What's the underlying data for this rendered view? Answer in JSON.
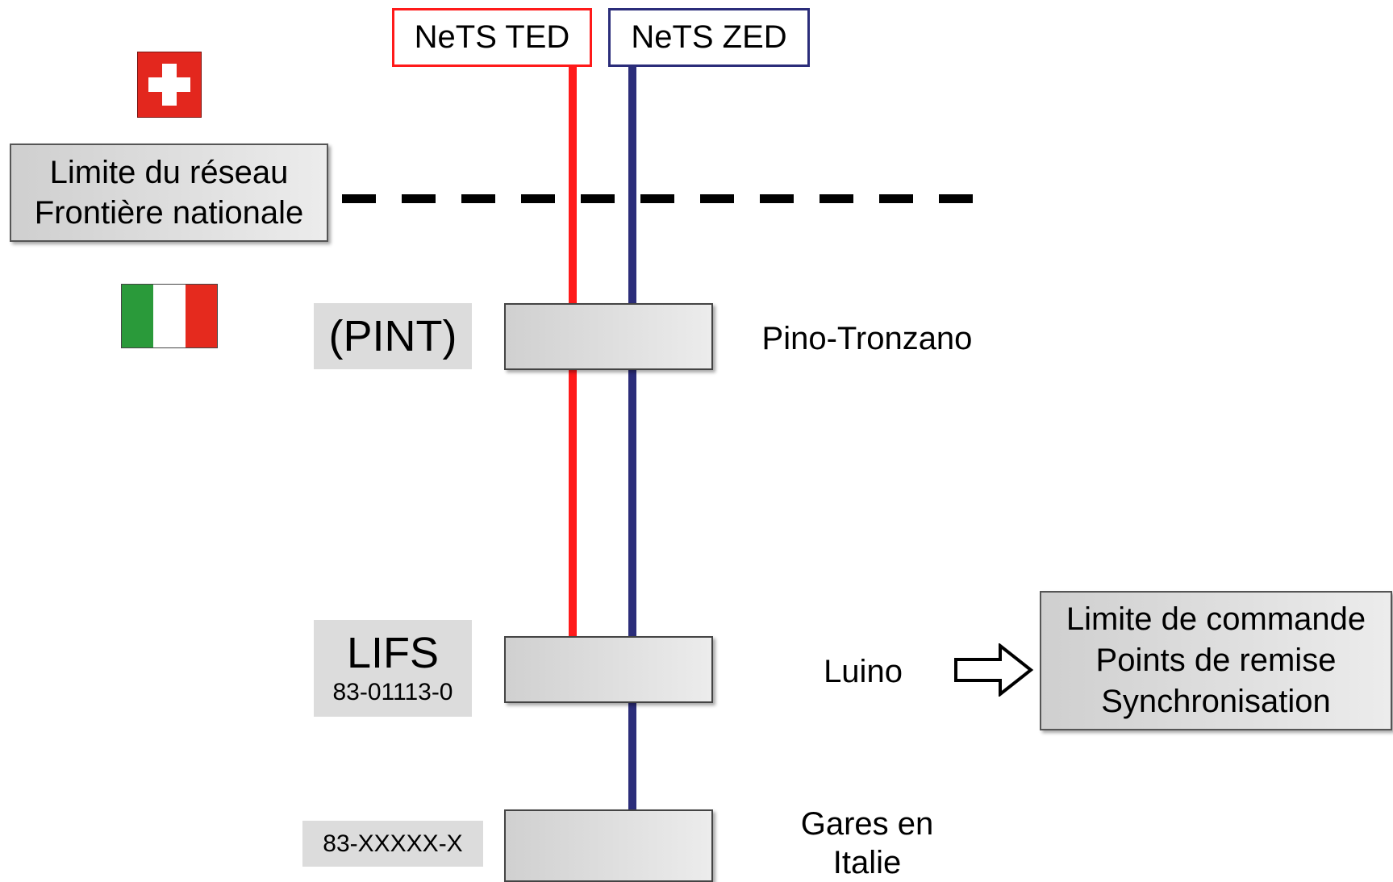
{
  "lines": [
    {
      "label": "NeTS TED",
      "color": "#ff1a1a"
    },
    {
      "label": "NeTS ZED",
      "color": "#2b2d7a"
    }
  ],
  "flags": {
    "switzerland_icon": "swiss-flag",
    "italy_icon": "italian-flag"
  },
  "border_box": {
    "line1": "Limite du réseau",
    "line2": "Frontière nationale"
  },
  "stations": [
    {
      "code": "(PINT)",
      "number": "",
      "name": "Pino-Tronzano"
    },
    {
      "code": "LIFS",
      "number": "83-01113-0",
      "name": "Luino"
    },
    {
      "code": "",
      "number": "83-XXXXX-X",
      "name": "Gares en Italie"
    }
  ],
  "command_box": {
    "line1": "Limite de commande",
    "line2": "Points de remise",
    "line3": "Synchronisation"
  },
  "arrow_icon": "right-arrow"
}
